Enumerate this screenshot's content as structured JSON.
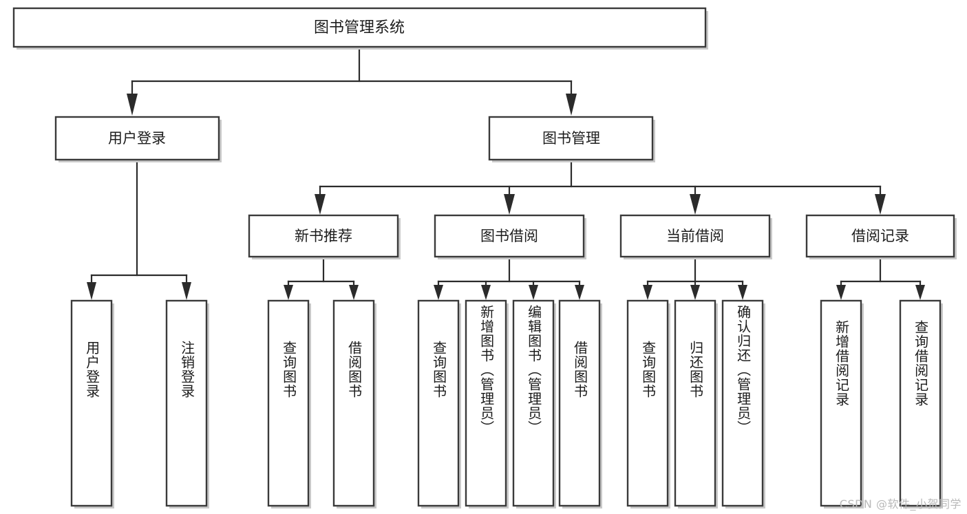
{
  "diagram": {
    "title": "图书管理系统",
    "type": "tree-hierarchy",
    "watermark": "CSDN @软件_小贺同学",
    "colors": {
      "box_stroke": "#3a3a3a",
      "box_fill": "#ffffff",
      "line": "#2b2b2b",
      "text": "#1c1c1c",
      "watermark": "#b9b9b9",
      "background": "#ffffff"
    },
    "root": {
      "label": "图书管理系统"
    },
    "level1": [
      {
        "label": "用户登录"
      },
      {
        "label": "图书管理"
      }
    ],
    "level2": [
      {
        "label": "新书推荐"
      },
      {
        "label": "图书借阅"
      },
      {
        "label": "当前借阅"
      },
      {
        "label": "借阅记录"
      }
    ],
    "leaves": {
      "user_login": [
        {
          "label": "用户登录"
        },
        {
          "label": "注销登录"
        }
      ],
      "new_book_recommend": [
        {
          "label": "查询图书"
        },
        {
          "label": "借阅图书"
        }
      ],
      "book_borrow": [
        {
          "label": "查询图书"
        },
        {
          "label": "新增图书（管理员）"
        },
        {
          "label": "编辑图书（管理员）"
        },
        {
          "label": "借阅图书"
        }
      ],
      "current_borrow": [
        {
          "label": "查询图书"
        },
        {
          "label": "归还图书"
        },
        {
          "label": "确认归还（管理员）"
        }
      ],
      "borrow_record": [
        {
          "label": "新增借阅记录"
        },
        {
          "label": "查询借阅记录"
        }
      ]
    }
  }
}
